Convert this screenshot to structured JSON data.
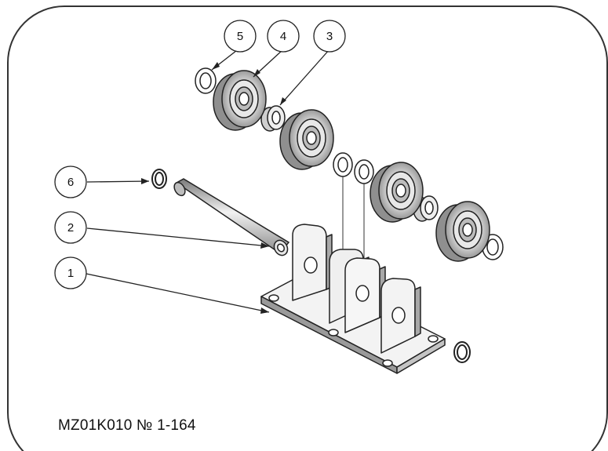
{
  "callouts": [
    {
      "id": "1",
      "label": "1"
    },
    {
      "id": "2",
      "label": "2"
    },
    {
      "id": "3",
      "label": "3"
    },
    {
      "id": "4",
      "label": "4"
    },
    {
      "id": "5",
      "label": "5"
    },
    {
      "id": "6",
      "label": "6"
    }
  ],
  "drawing": {
    "code": "MZ01K010 № 1-164"
  },
  "colors": {
    "line": "#222222",
    "frame": "#333333",
    "shade": "#cfcfcf",
    "dark_shade": "#7a7a7a"
  }
}
